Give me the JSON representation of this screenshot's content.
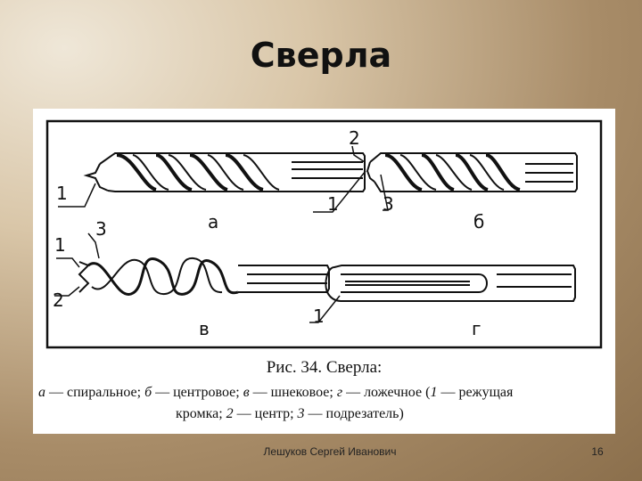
{
  "slide": {
    "title": "Сверла",
    "footer_author": "Лешуков Сергей Иванович",
    "page_number": "16"
  },
  "figure": {
    "drill_labels": {
      "a": "а",
      "b": "б",
      "v": "в",
      "g": "г"
    },
    "callouts": {
      "a_1": "1",
      "b_2": "2",
      "b_1": "1",
      "b_3": "3",
      "v_3": "3",
      "v_1": "1",
      "v_2": "2",
      "g_1": "1"
    },
    "caption": {
      "title": "Рис. 34. Сверла:",
      "line1_parts": [
        {
          "t": "а",
          "i": true
        },
        {
          "t": " — спиральное;   ",
          "i": false
        },
        {
          "t": "б",
          "i": true
        },
        {
          "t": " — центровое;   ",
          "i": false
        },
        {
          "t": "в",
          "i": true
        },
        {
          "t": " — шнековое;   ",
          "i": false
        },
        {
          "t": "г",
          "i": true
        },
        {
          "t": " — ложечное    (",
          "i": false
        },
        {
          "t": "1",
          "i": true
        },
        {
          "t": " — режущая",
          "i": false
        }
      ],
      "line2_parts": [
        {
          "t": "кромка; ",
          "i": false
        },
        {
          "t": "2",
          "i": true
        },
        {
          "t": " — центр; ",
          "i": false
        },
        {
          "t": "3",
          "i": true
        },
        {
          "t": " — подрезатель)",
          "i": false
        }
      ]
    }
  }
}
